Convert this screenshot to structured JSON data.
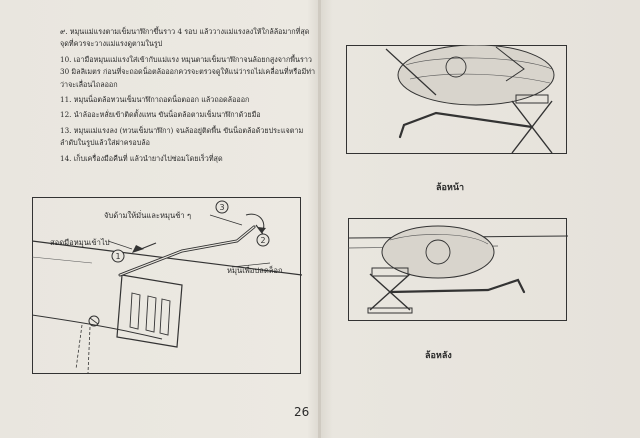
{
  "instructions": [
    {
      "id": "9",
      "text": "๙. หมุนแม่แรงตามเข็มนาฬิกาขึ้นราว 4 รอบ แล้ววางแม่แรงลงให้ใกล้ล้อมากที่สุด จุดที่ควรจะวางแม่แรงดูตามในรูป"
    },
    {
      "id": "10",
      "text": "10. เอามือหมุนแม่แรงใส่เข้ากับแม่แรง หมุนตามเข็มนาฬิกาจนล้อยกสูงจากพื้นราว 30 มิลลิเมตร ก่อนที่จะถอดน็อตล้อออกควรจะตรวจดูให้แน่ว่ารถไม่เคลื่อนที่หรือมีท่าว่าจะเลื่อนไถลออก"
    },
    {
      "id": "11",
      "text": "11. หมุนน็อตล้อทวนเข็มนาฬิกาถอดน็อตออก แล้วถอดล้อออก"
    },
    {
      "id": "12",
      "text": "12. นำล้ออะหลั่ยเข้าติดตั้งแทน ขันน็อตล้อตามเข็มนาฬิกาด้วยมือ"
    },
    {
      "id": "13",
      "text": "13. หมุนแม่แรงลง (ทวนเข็มนาฬิกา) จนล้ออยู่ติดพื้น ขันน็อตล้อด้วยประแจตามลำดับในรูปแล้วใส่ฝาครอบล้อ"
    },
    {
      "id": "14",
      "text": "14. เก็บเครื่องมือคืนที่ แล้วนำยางไปซ่อมโดยเร็วที่สุด"
    }
  ],
  "figure_left": {
    "label_hold": "จับด้ามให้มั่นและหมุนช้า ๆ",
    "label_insert": "สอดมือหมุนเข้าไป",
    "label_lock": "หมุนเพื่อปลดล็อก",
    "step_1": "1",
    "step_2": "2",
    "step_3": "3"
  },
  "figure_front": {
    "caption": "ล้อหน้า"
  },
  "figure_rear": {
    "caption": "ล้อหลัง"
  },
  "page_number": "26"
}
